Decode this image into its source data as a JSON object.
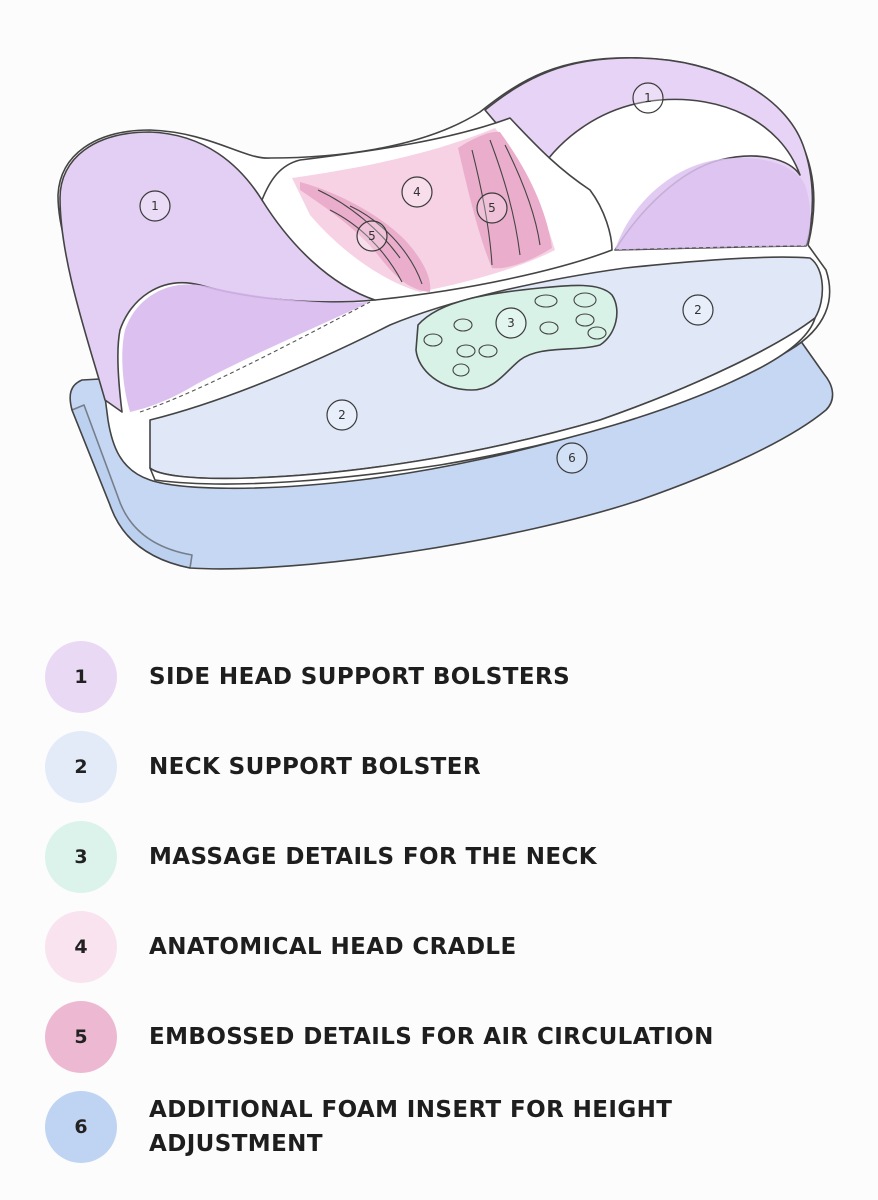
{
  "diagram": {
    "callouts": [
      {
        "number": "1"
      },
      {
        "number": "1"
      },
      {
        "number": "2"
      },
      {
        "number": "2"
      },
      {
        "number": "3"
      },
      {
        "number": "4"
      },
      {
        "number": "5"
      },
      {
        "number": "5"
      },
      {
        "number": "6"
      }
    ]
  },
  "legend": [
    {
      "number": "1",
      "label": "SIDE HEAD SUPPORT BOLSTERS",
      "color": "#ead9f5"
    },
    {
      "number": "2",
      "label": "NECK SUPPORT BOLSTER",
      "color": "#e4ebf8"
    },
    {
      "number": "3",
      "label": "MASSAGE DETAILS FOR THE NECK",
      "color": "#dcf3ec"
    },
    {
      "number": "4",
      "label": "ANATOMICAL HEAD CRADLE",
      "color": "#f9e3ef"
    },
    {
      "number": "5",
      "label": "EMBOSSED DETAILS FOR AIR CIRCULATION",
      "color": "#edb9d2"
    },
    {
      "number": "6",
      "label": "ADDITIONAL FOAM INSERT FOR HEIGHT ADJUSTMENT",
      "color": "#bfd4f2"
    }
  ],
  "colors": {
    "lilac": "#e6d3f3",
    "lilac_dark": "#d9bdee",
    "blue_light": "#dfe7f8",
    "blue_base": "#c3d6f3",
    "mint": "#d9f3e9",
    "pink_light": "#f6d5e6",
    "pink": "#eab0cd"
  }
}
